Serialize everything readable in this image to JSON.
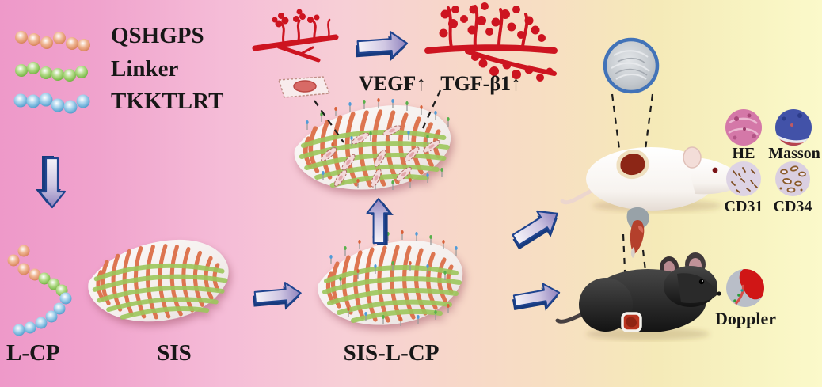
{
  "legend": {
    "items": [
      {
        "label": "QSHGPS"
      },
      {
        "label": "Linker"
      },
      {
        "label": "TKKTLRT"
      }
    ]
  },
  "labels": {
    "l_cp": "L-CP",
    "sis": "SIS",
    "sis_l_cp": "SIS-L-CP"
  },
  "factors": {
    "vegf": "VEGF↑",
    "tgf": "TGF-β1↑"
  },
  "histology": {
    "items": [
      {
        "label": "HE"
      },
      {
        "label": "Masson"
      },
      {
        "label": "CD31"
      },
      {
        "label": "CD34"
      }
    ]
  },
  "doppler": {
    "label": "Doppler"
  },
  "icons": {
    "arrow_style": "3d-block-arrow",
    "connector_style": "black-dashed-line",
    "scaffold_style": "woven-fiber-membrane",
    "peptide_style": "bead-chain"
  },
  "colors": {
    "background_left": "#ee99c9",
    "background_middle": "#f7d7c9",
    "background_right": "#f8f4c2",
    "peptide_qshgps": "#dd8c64",
    "peptide_linker": "#7fbb4e",
    "peptide_tkktlrt": "#62a8d4",
    "fiber_orange": "#dc6f48",
    "fiber_green": "#9dc75c",
    "arrow_blue": "#1f448f",
    "vessel_red": "#cd1420",
    "membrane_rim_blue": "#4273b8",
    "wound_red": "#8c2616"
  }
}
